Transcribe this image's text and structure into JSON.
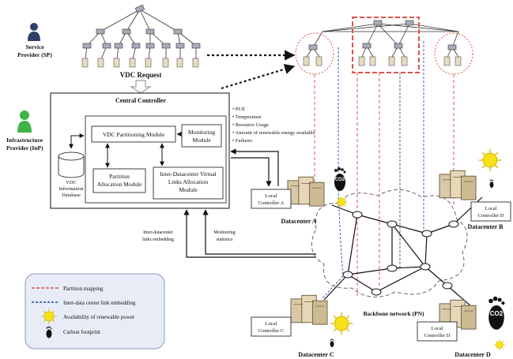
{
  "actors": {
    "sp_line1": "Service",
    "sp_line2": "Provider (SP)",
    "inp_line1": "Infrastructure",
    "inp_line2": "Provider (InP)"
  },
  "vdc_request": "VDC Request",
  "controller": {
    "title": "Central Controller",
    "vdc_partitioning": "VDC Partitioning Module",
    "monitoring_line1": "Monitoring",
    "monitoring_line2": "Module",
    "partition_line1": "Partition",
    "partition_line2": "Allocation Module",
    "links_line1": "Inter-Datacenter Virtual",
    "links_line2": "Links Allocation",
    "links_line3": "Module",
    "db_line1": "VDC",
    "db_line2": "Information",
    "db_line3": "Database"
  },
  "metrics": [
    "PUE",
    "Temperature",
    "Resource Usage",
    "Amount of renewable energy available",
    "Failures"
  ],
  "arrow_labels": {
    "embedding_line1": "Inter-datacenter",
    "embedding_line2": "links embedding",
    "monitoring_line1": "Monitoring",
    "monitoring_line2": "statistics"
  },
  "datacenters": {
    "a": "Datacenter A",
    "b": "Datacenter B",
    "c": "Datacenter C",
    "d": "Datacenter D"
  },
  "local_controllers": {
    "a_line1": "Local",
    "a_line2": "Controller A",
    "b_line1": "Local",
    "b_line2": "Controller D",
    "c_line1": "Local",
    "c_line2": "Controller C",
    "d_line1": "Local",
    "d_line2": "Controller D"
  },
  "co2": "CO2",
  "backbone": "Backbone network (PN)",
  "legend": {
    "partition_mapping": "Partition mapping",
    "link_embedding": "Inter-data center link embedding",
    "renewable": "Availability of renewable power",
    "carbon": "Carbon footprint"
  },
  "colors": {
    "partition_mapping": "#e0524f",
    "link_embedding": "#3a62b0",
    "sun": "#f7e21a",
    "legend_bg": "#e7ecf6",
    "server": "#d9c9a6"
  }
}
